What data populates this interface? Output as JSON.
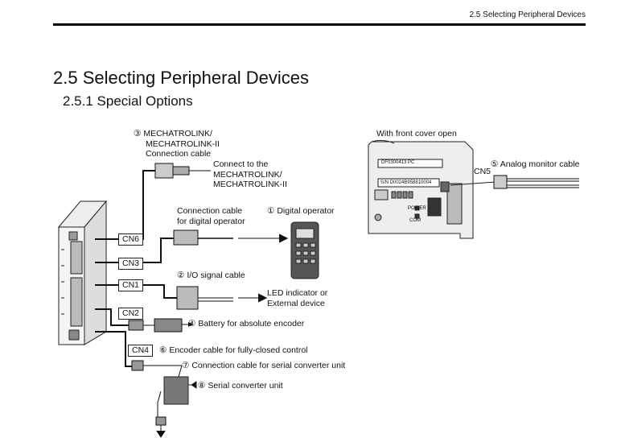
{
  "header": {
    "running_title": "2.5  Selecting Peripheral Devices"
  },
  "section": {
    "title": "2.5  Selecting Peripheral Devices"
  },
  "subsection": {
    "title": "2.5.1  Special Options"
  },
  "diagram": {
    "connectors": [
      "CN6",
      "CN3",
      "CN1",
      "CN2",
      "CN4",
      "CN5"
    ],
    "item3": {
      "num": "③",
      "line1": "MECHATROLINK/",
      "line2": "MECHATROLINK-II",
      "line3": "Connection cable"
    },
    "connect_note": {
      "line1": "Connect to the",
      "line2": "MECHATROLINK/",
      "line3": "MECHATROLINK-II"
    },
    "digital_cable": {
      "line1": "Connection cable",
      "line2": "for digital operator"
    },
    "item1": {
      "num": "①",
      "text": "Digital operator"
    },
    "item2": {
      "num": "②",
      "text": "I/O signal cable"
    },
    "led": {
      "line1": "LED indicator or",
      "line2": "External device"
    },
    "item4": {
      "num": "④",
      "text": "Battery for absolute encoder"
    },
    "item6": {
      "num": "⑥",
      "text": "Encoder cable for fully-closed control"
    },
    "item7": {
      "num": "⑦",
      "text": "Connection cable for serial converter unit"
    },
    "item8": {
      "num": "⑧",
      "text": "Serial converter unit"
    },
    "front_cover": "With front cover open",
    "item5": {
      "num": "⑤",
      "text": "Analog monitor cable"
    },
    "panel": {
      "model": "DF0300413  PC",
      "serial": "S/N D0024B958810004",
      "power": "POWER",
      "com": "COM"
    }
  }
}
